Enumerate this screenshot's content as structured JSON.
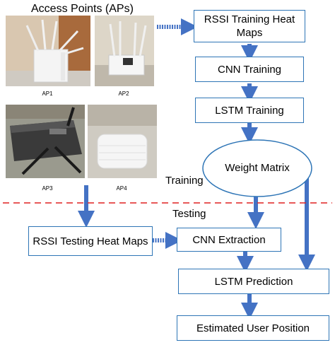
{
  "title": "Access Points (APs)",
  "aps": [
    {
      "label": "AP1"
    },
    {
      "label": "AP2"
    },
    {
      "label": "AP3"
    },
    {
      "label": "AP4"
    }
  ],
  "boxes": {
    "rssi_train": "RSSI Training Heat Maps",
    "cnn_train": "CNN Training",
    "lstm_train": "LSTM Training",
    "weight": "Weight Matrix",
    "rssi_test": "RSSI Testing Heat Maps",
    "cnn_extract": "CNN Extraction",
    "lstm_pred": "LSTM Prediction",
    "estimated": "Estimated User Position"
  },
  "phase_labels": {
    "training": "Training",
    "testing": "Testing"
  },
  "colors": {
    "box_border": "#2e75b6",
    "arrow": "#4472c4",
    "separator": "#e02020"
  }
}
